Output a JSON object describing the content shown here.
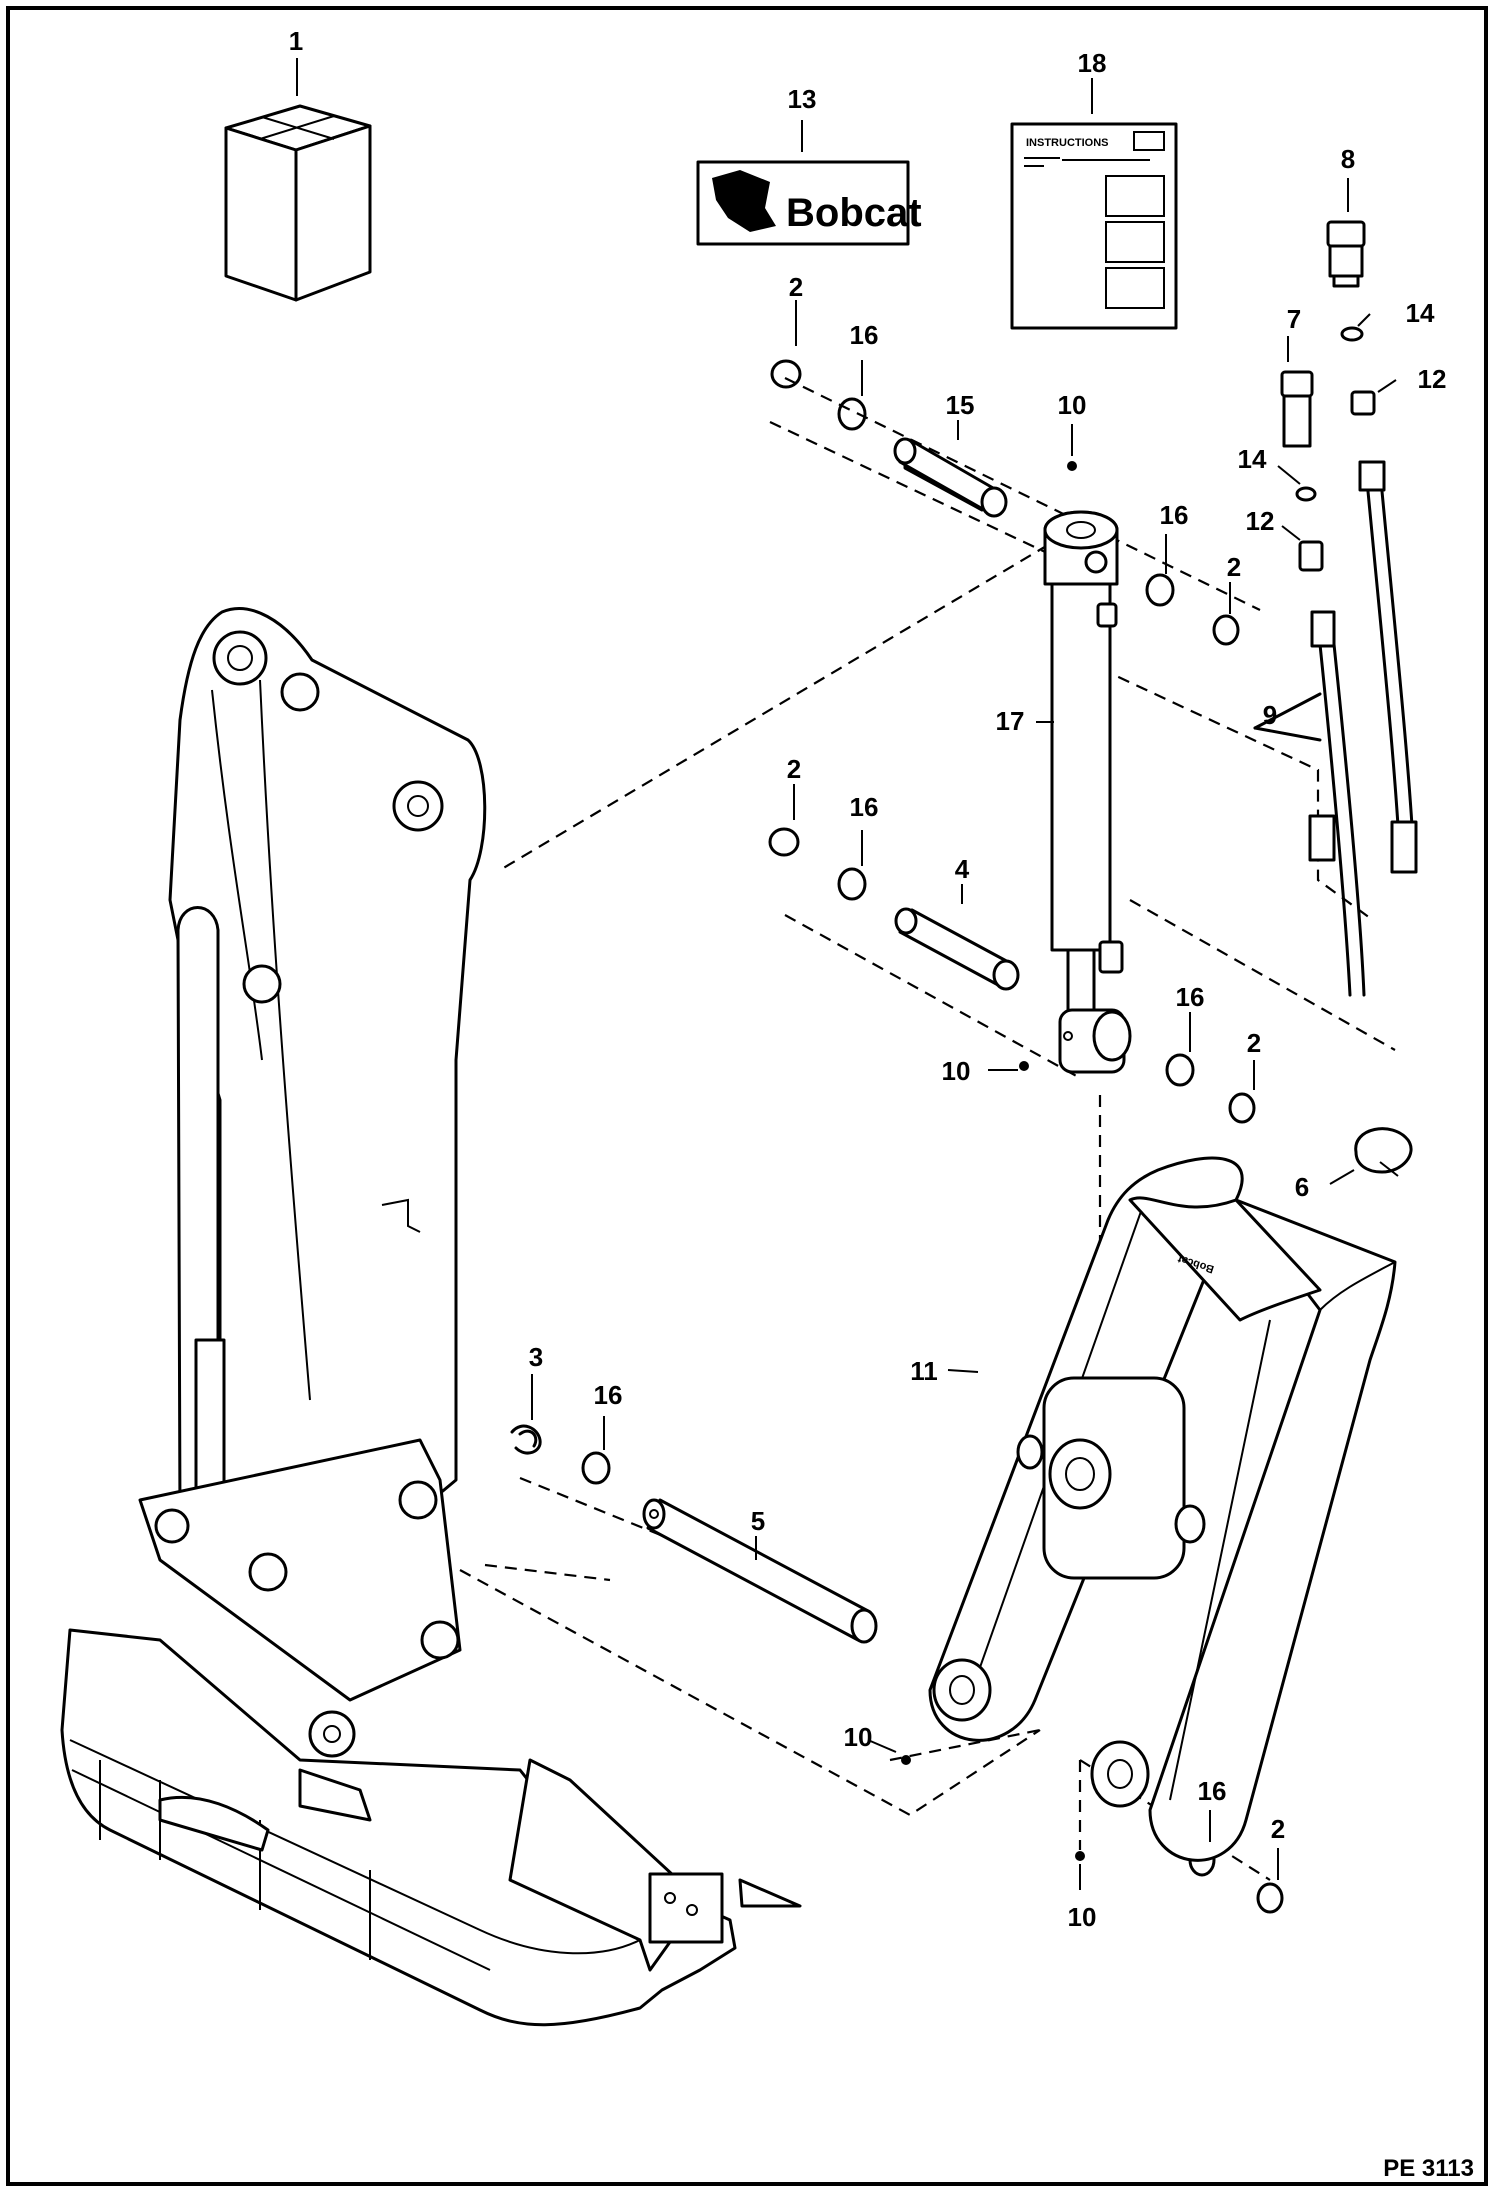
{
  "diagram": {
    "callouts": {
      "c1": "1",
      "c2a": "2",
      "c2b": "2",
      "c2c": "2",
      "c2d": "2",
      "c2e": "2",
      "c3": "3",
      "c4": "4",
      "c5": "5",
      "c6": "6",
      "c7": "7",
      "c8": "8",
      "c9": "9",
      "c10a": "10",
      "c10b": "10",
      "c10c": "10",
      "c10d": "10",
      "c11": "11",
      "c12a": "12",
      "c12b": "12",
      "c13": "13",
      "c14a": "14",
      "c14b": "14",
      "c15": "15",
      "c16a": "16",
      "c16b": "16",
      "c16c": "16",
      "c16d": "16",
      "c16e": "16",
      "c16f": "16",
      "c17": "17",
      "c18": "18"
    },
    "decal_brand": "Bobcat",
    "manual_heading": "INSTRUCTIONS",
    "document_id": "PE 3113"
  }
}
